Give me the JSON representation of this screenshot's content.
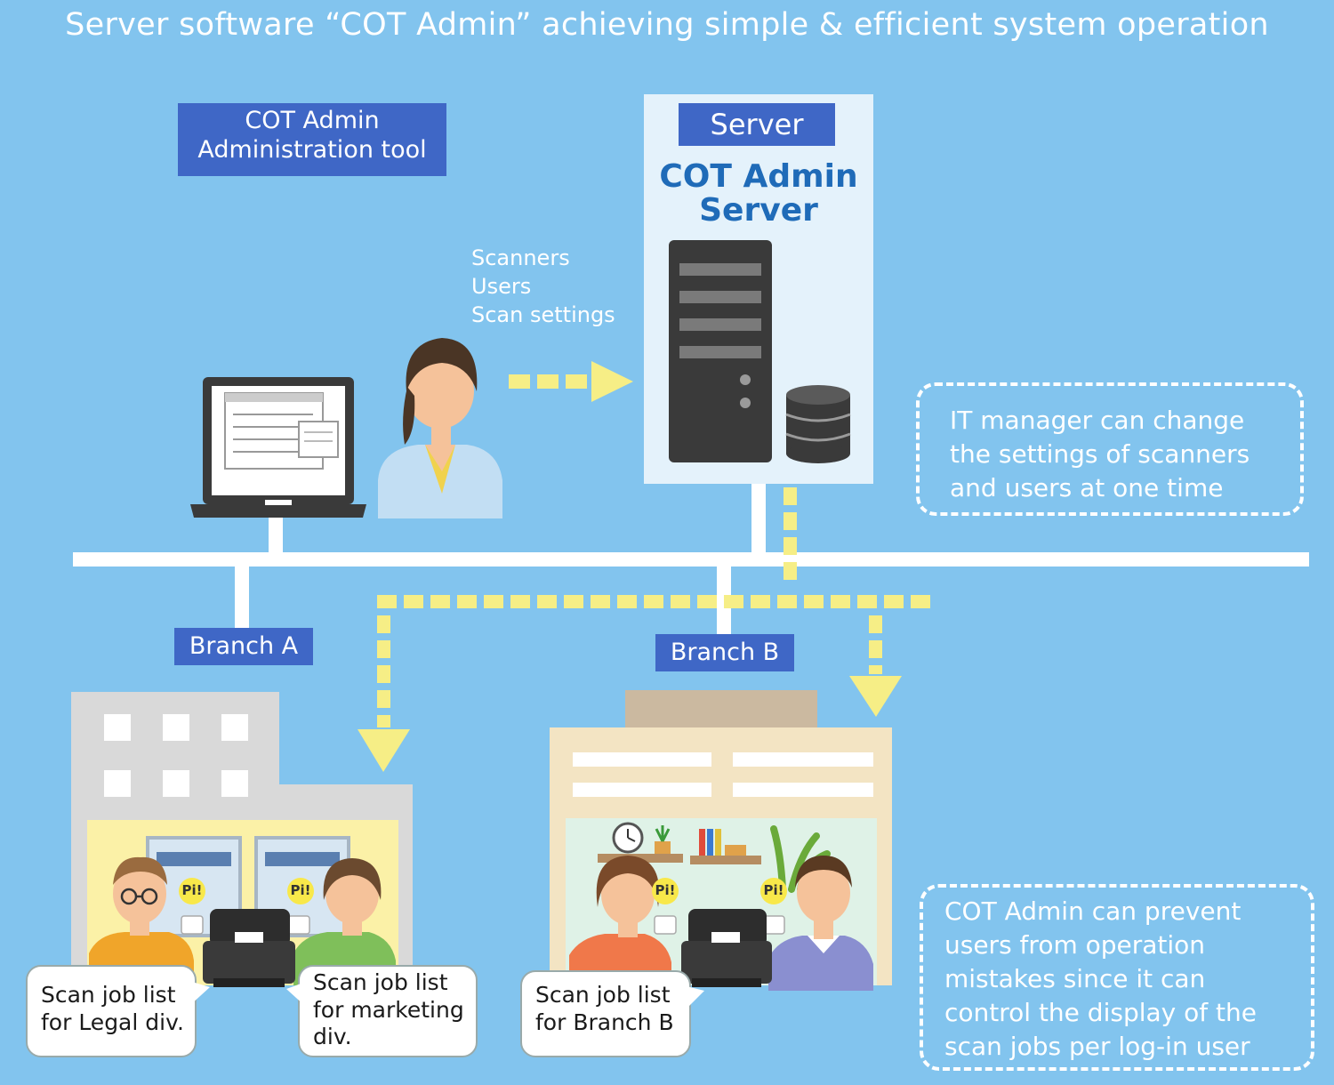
{
  "title": "Server software “COT Admin” achieving simple & efficient system operation",
  "admin_tool": {
    "line1": "COT Admin",
    "line2": "Administration tool"
  },
  "server": {
    "label": "Server",
    "name_line1": "COT Admin",
    "name_line2": "Server"
  },
  "flow_items": [
    "Scanners",
    "Users",
    "Scan settings"
  ],
  "callout_settings": [
    "IT manager can change",
    "the settings of scanners",
    "and users at one time"
  ],
  "callout_display": [
    "COT Admin can prevent",
    "users from operation",
    "mistakes since it can",
    "control the display of the",
    "scan jobs per log-in user"
  ],
  "branch_a": {
    "label": "Branch A"
  },
  "branch_b": {
    "label": "Branch B"
  },
  "scan_beep": "Pi!",
  "bubbles": {
    "legal": [
      "Scan job list",
      "for Legal div."
    ],
    "marketing": [
      "Scan job list",
      "for marketing",
      "div."
    ],
    "branch_b": [
      "Scan job list",
      "for Branch B"
    ]
  },
  "colors": {
    "background": "#82c4ee",
    "label_blue": "#3f67c6",
    "server_text": "#1f6bb8",
    "flow_yellow": "#f6ee86",
    "network_line": "#ffffff"
  }
}
